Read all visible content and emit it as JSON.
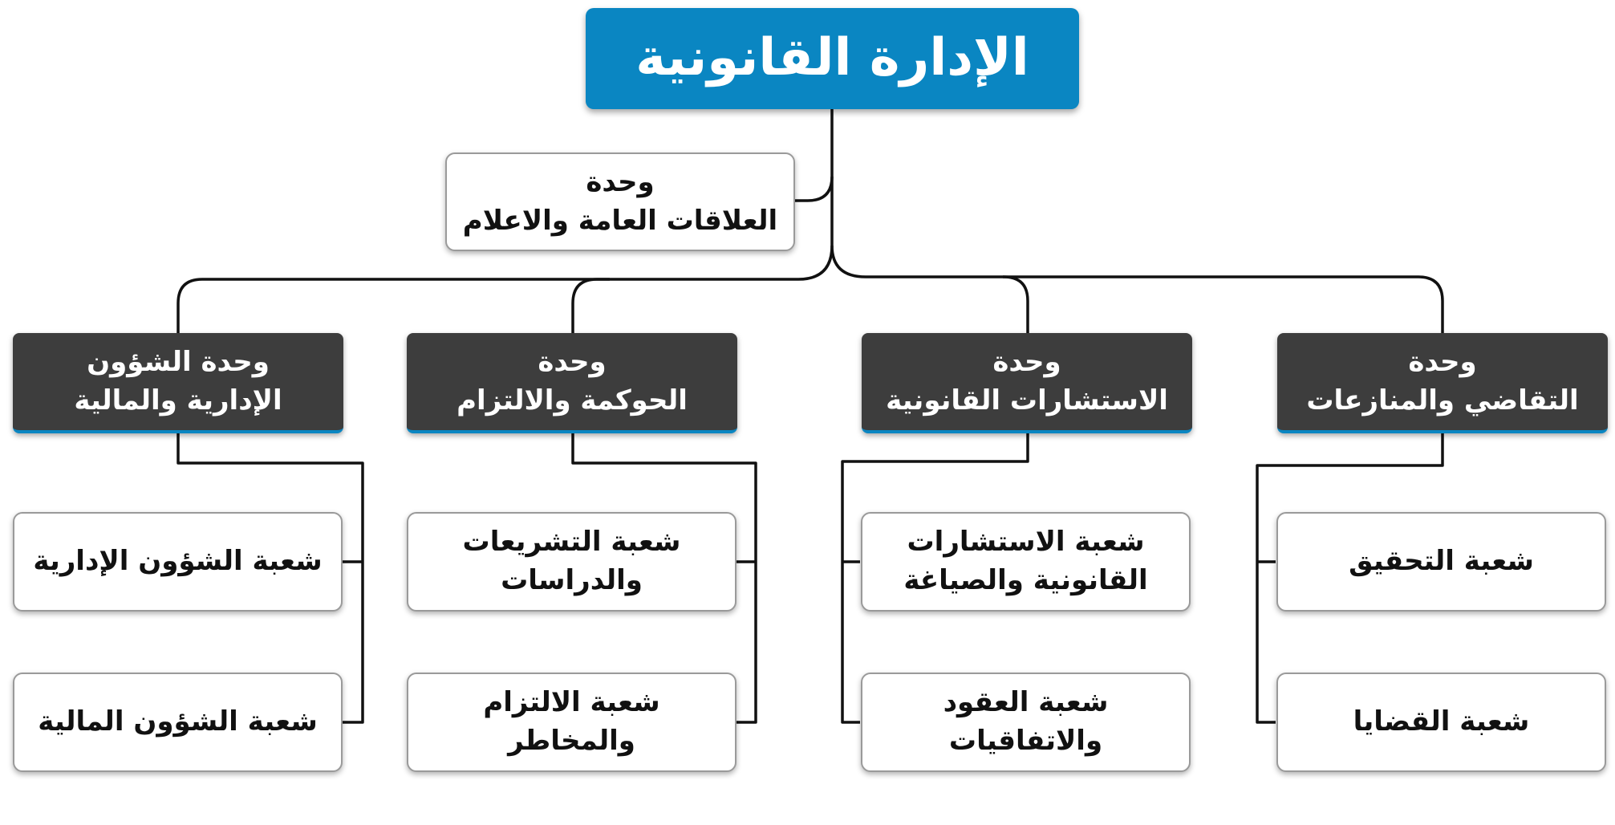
{
  "root": {
    "title": "الإدارة القانونية"
  },
  "public_relations_unit": {
    "line1": "وحدة",
    "line2": "العلاقات العامة والاعلام"
  },
  "units": [
    {
      "line1": "وحدة الشؤون",
      "line2": "الإدارية والمالية",
      "branches": [
        {
          "line1": "شعبة الشؤون الإدارية",
          "line2": ""
        },
        {
          "line1": "شعبة الشؤون المالية",
          "line2": ""
        }
      ]
    },
    {
      "line1": "وحدة",
      "line2": "الحوكمة والالتزام",
      "branches": [
        {
          "line1": "شعبة التشريعات",
          "line2": "والدراسات"
        },
        {
          "line1": "شعبة الالتزام",
          "line2": "والمخاطر"
        }
      ]
    },
    {
      "line1": "وحدة",
      "line2": "الاستشارات القانونية",
      "branches": [
        {
          "line1": "شعبة الاستشارات",
          "line2": "القانونية والصياغة"
        },
        {
          "line1": "شعبة العقود",
          "line2": "والاتفاقيات"
        }
      ]
    },
    {
      "line1": "وحدة",
      "line2": "التقاضي والمنازعات",
      "branches": [
        {
          "line1": "شعبة التحقيق",
          "line2": ""
        },
        {
          "line1": "شعبة  القضايا",
          "line2": ""
        }
      ]
    }
  ],
  "colors": {
    "root_fill": "#0a86c2",
    "unit_fill": "#3d3d3d",
    "branch_fill": "#ffffff",
    "connector": "#111111"
  }
}
